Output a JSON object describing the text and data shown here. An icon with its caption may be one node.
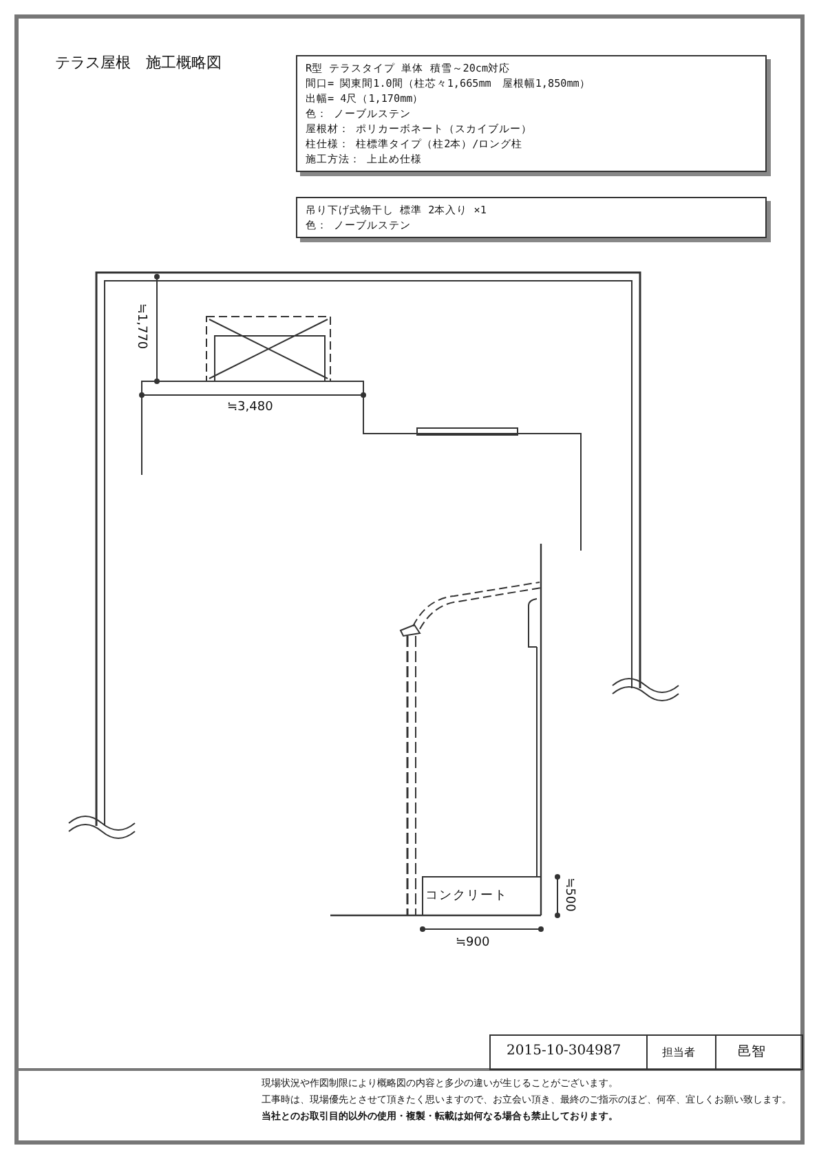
{
  "diagram": {
    "title": "テラス屋根　施工概略図",
    "nodes": [
      {
        "text": [
          "R型 テラスタイプ 単体 積雪～20cm対応",
          "間口= 関東間1.0間（柱芯々1,665mm　屋根幅1,850mm）",
          "出幅= 4尺（1,170mm）",
          "色： ノーブルステン",
          "屋根材： ポリカーボネート（スカイブルー）",
          "柱仕様： 柱標準タイプ（柱2本）/ロング柱",
          "施工方法： 上止め仕様"
        ]
      },
      {
        "text": [
          "吊り下げ式物干し 標準 2本入り ×1",
          "色： ノーブルステン"
        ]
      },
      {
        "text": [
          "コンクリート"
        ]
      }
    ],
    "labels": [
      "≒1,770",
      "≒3,480",
      "≒500",
      "≒900",
      "2015-10-304987",
      "担当者",
      "邑智",
      "現場状況や作図制限により概略図の内容と多少の違いが生じることがございます。",
      "工事時は、現場優先とさせて頂きたく思いますので、お立会い頂き、最終のご指示のほど、何卒、宜しくお願い致します。",
      "当社とのお取引目的以外の使用・複製・転載は如何なる場合も禁止しております。"
    ]
  }
}
